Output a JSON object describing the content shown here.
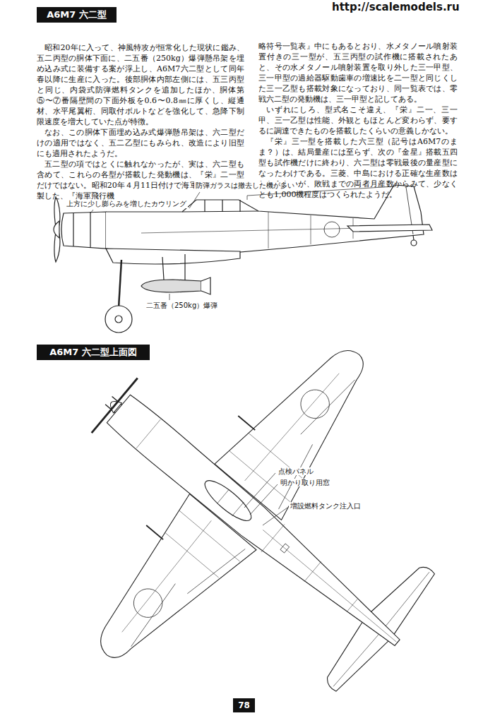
{
  "diagram": {
    "nodes": [
      {
        "text": [
          "A6M7 六二型"
        ]
      },
      {
        "text": [
          "A6M7 六二型上面図"
        ]
      },
      {
        "text": [
          "78"
        ]
      }
    ],
    "labels": [
      "http://scalemodels.ru",
      "昭和20年に入って、神風特攻が恒常化した現状に鑑み、五二丙型の胴体下面に、二五番（250kg）爆弾懸吊架を埋め込み式に装備する案が浮上し、A6M7六二型として同年春以降に生産に入った。後部胴体内部左側には、五三丙型と同じ、内袋式防弾燃料タンクを追加したほか、胴体第⑤〜⑦番隔壁間の下面外板を0.6〜0.8㎜に厚くし、縦通材、水平尾翼桁、同取付ボルトなどを強化して、急降下制限速度を増大していた点が特徴。",
      "なお、この胴体下面埋め込み式爆弾懸吊架は、六二型だけの適用ではなく、五二乙型にもみられ、改造により旧型にも適用されたようだ。",
      "五二型の項ではとくに触れなかったが、実は、六二型も含めて、これらの各型が搭載した発動機は、『栄』二一型だけではない。昭和20年４月11日付けで海軍航空本部が作製した、『海軍飛行機",
      "略符号一覧表』中にもあるとおり、水メタノール噴射装置付きの三一型が、五三丙型の試作機に搭載されたあと、その水メタノール噴射装置を取り外した三一甲型、三一甲型の過給器駆動歯車の増速比を二一型と同じくした三一乙型も搭載対象になっており、同一覧表では、零戦六二型の発動機は、三一甲型と記してある。",
      "いずれにしろ、型式名こそ違え、『栄』二一、三一甲、三一乙型は性能、外観ともほとんど変わらず、要するに調達できたものを搭載したくらいの意義しかない。",
      "『栄』三一型を搭載した六三型（記号はA6M7のまま？）は、結局量産には至らず、次の『金星』搭載五四型も試作機だけに終わり、六二型は零戦最後の量産型になったわけである。三菱、中島における正確な生産数はわからないが、敗戦までの両者月産数からみて、少なくとも1,000機程度はつくられたようだ。",
      "防弾ガラスは撤去した機が多い",
      "上方に少し膨らみを増したカウリング",
      "二五番（250kg）爆弾",
      "点検パネル",
      "明かり取り用窓",
      "増設燃料タンク注入口"
    ]
  }
}
